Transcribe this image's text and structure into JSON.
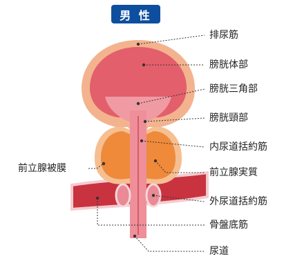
{
  "title": "男 性",
  "labels": {
    "detrusor": "排尿筋",
    "bladder_body": "膀胱体部",
    "trigone": "膀胱三角部",
    "bladder_neck": "膀胱頸部",
    "internal_sphincter": "内尿道括約筋",
    "prostate_capsule": "前立腺被膜",
    "prostate_parenchyma": "前立腺実質",
    "external_sphincter": "外尿道括約筋",
    "pelvic_floor": "骨盤底筋",
    "urethra": "尿道"
  },
  "colors": {
    "badge": "#0d4f9e",
    "bladder_wall": "#f3b38f",
    "bladder_inner": "#e35f6b",
    "trigone": "#f09aa4",
    "prostate": "#ee8a3a",
    "prostate_capsule": "#f6bf92",
    "pelvic_muscle": "#c8333f",
    "pelvic_muscle_edge": "#f4ccd0",
    "urethra": "#ee8f99",
    "leader_line": "#333333"
  }
}
